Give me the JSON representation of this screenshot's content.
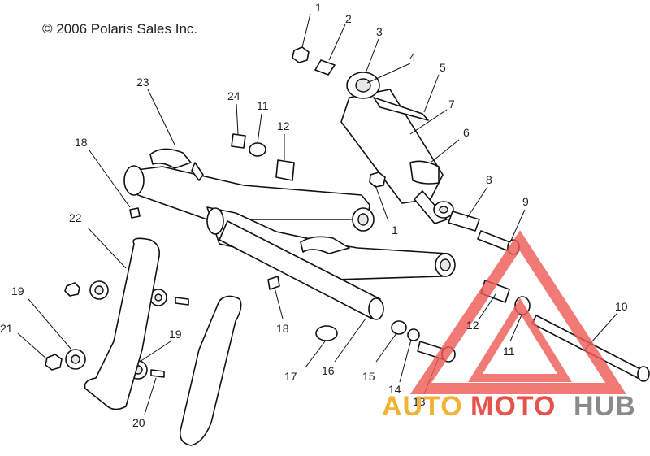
{
  "copyright": "© 2006 Polaris Sales Inc.",
  "callouts": [
    {
      "id": "c1a",
      "label": "1"
    },
    {
      "id": "c2",
      "label": "2"
    },
    {
      "id": "c3",
      "label": "3"
    },
    {
      "id": "c4",
      "label": "4"
    },
    {
      "id": "c5",
      "label": "5"
    },
    {
      "id": "c7",
      "label": "7"
    },
    {
      "id": "c6",
      "label": "6"
    },
    {
      "id": "c23",
      "label": "23"
    },
    {
      "id": "c24",
      "label": "24"
    },
    {
      "id": "c11a",
      "label": "11"
    },
    {
      "id": "c12a",
      "label": "12"
    },
    {
      "id": "c18a",
      "label": "18"
    },
    {
      "id": "c8",
      "label": "8"
    },
    {
      "id": "c9",
      "label": "9"
    },
    {
      "id": "c1b",
      "label": "1"
    },
    {
      "id": "c22",
      "label": "22"
    },
    {
      "id": "c19a",
      "label": "19"
    },
    {
      "id": "c10",
      "label": "10"
    },
    {
      "id": "c18b",
      "label": "18"
    },
    {
      "id": "c12b",
      "label": "12"
    },
    {
      "id": "c21",
      "label": "21"
    },
    {
      "id": "c19b",
      "label": "19"
    },
    {
      "id": "c11b",
      "label": "11"
    },
    {
      "id": "c17",
      "label": "17"
    },
    {
      "id": "c16",
      "label": "16"
    },
    {
      "id": "c15",
      "label": "15"
    },
    {
      "id": "c14",
      "label": "14"
    },
    {
      "id": "c13",
      "label": "13"
    },
    {
      "id": "c20",
      "label": "20"
    }
  ],
  "watermark": {
    "part1": "AUTO",
    "part2": "MOTO",
    "part3": "HUB",
    "color_auto": "#f2b233",
    "color_moto": "#e8524a",
    "color_hub": "#8a8a8a",
    "logo_color": "#ee5a55"
  }
}
